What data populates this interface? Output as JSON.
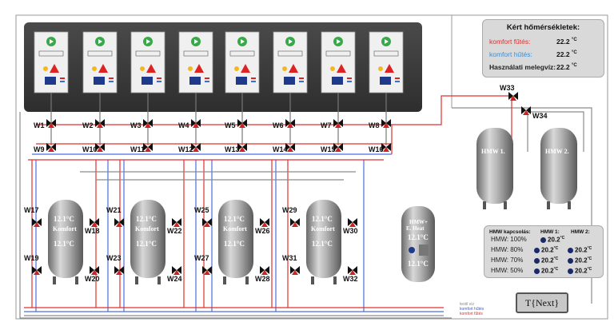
{
  "target_temps": {
    "title": "Kért hőmérsékletek:",
    "rows": [
      {
        "label": "komfort fűtés:",
        "value": "22.2",
        "unit": "°C",
        "color": "#e03030"
      },
      {
        "label": "komfort hűtés:",
        "value": "22.2",
        "unit": "°C",
        "color": "#3a8fd8"
      },
      {
        "label": "Használati melegvíz:",
        "value": "22.2",
        "unit": "°C",
        "color": "#222222"
      }
    ]
  },
  "controllers": [
    {
      "icon": "play-icon"
    },
    {
      "icon": "play-icon"
    },
    {
      "icon": "play-icon"
    },
    {
      "icon": "play-icon"
    },
    {
      "icon": "play-icon"
    },
    {
      "icon": "play-icon"
    },
    {
      "icon": "play-icon"
    },
    {
      "icon": "play-icon"
    }
  ],
  "valves_top": [
    "W1",
    "W2",
    "W3",
    "W4",
    "W5",
    "W6",
    "W7",
    "W8"
  ],
  "valves_mid": [
    "W9",
    "W10",
    "W11",
    "W12",
    "W13",
    "W14",
    "W15",
    "W16"
  ],
  "valves_hmw": [
    "W33",
    "W34"
  ],
  "comfort_tanks": [
    {
      "name": "Komfort",
      "t_top": "12.1",
      "t_bottom": "12.1",
      "unit": "°C",
      "valves": [
        "W17",
        "W18",
        "W19",
        "W20"
      ]
    },
    {
      "name": "Komfort",
      "t_top": "12.1",
      "t_bottom": "12.1",
      "unit": "°C",
      "valves": [
        "W21",
        "W22",
        "W23",
        "W24"
      ]
    },
    {
      "name": "Komfort",
      "t_top": "12.1",
      "t_bottom": "12.1",
      "unit": "°C",
      "valves": [
        "W25",
        "W26",
        "W27",
        "W28"
      ]
    },
    {
      "name": "Komfort",
      "t_top": "12.1",
      "t_bottom": "12.1",
      "unit": "°C",
      "valves": [
        "W29",
        "W30",
        "W31",
        "W32"
      ]
    }
  ],
  "heat_tank": {
    "name_line1": "HMW+",
    "name_line2": "E. Heat",
    "t_top": "12.1",
    "t_bottom": "12.1",
    "unit": "°C"
  },
  "hmw_tanks": [
    {
      "name": "HMW 1."
    },
    {
      "name": "HMW 2."
    }
  ],
  "hmw_table": {
    "headers": [
      "HMW kapcsolás:",
      "HMW 1:",
      "HMW 2:"
    ],
    "rows": [
      {
        "label": "HMW: 100%",
        "v1": "20.2",
        "v2": ""
      },
      {
        "label": "HMW: 80%",
        "v1": "20.2",
        "v2": "20.2"
      },
      {
        "label": "HMW: 70%",
        "v1": "20.2",
        "v2": "20.2"
      },
      {
        "label": "HMW: 50%",
        "v1": "20.2",
        "v2": "20.2"
      }
    ],
    "unit": "°C"
  },
  "legend": [
    {
      "label": "textil víz",
      "color": "#888888"
    },
    {
      "label": "komfort hűtés",
      "color": "#3a5fd8"
    },
    {
      "label": "komfort fűtés",
      "color": "#e03030"
    }
  ],
  "next_button": {
    "label": "T{Next}"
  },
  "colors": {
    "hot": "#e03030",
    "cold": "#4a6ee0",
    "grey": "#8c8c8c",
    "panel_dark": "#3d3d3d"
  }
}
